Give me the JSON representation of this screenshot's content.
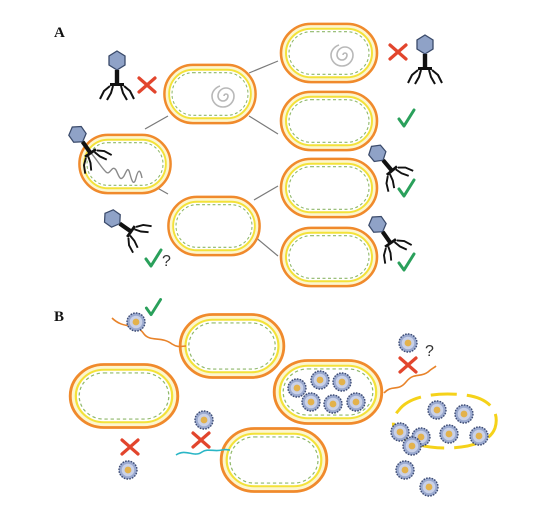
{
  "panels": [
    {
      "id": "A",
      "label": "A"
    },
    {
      "id": "B",
      "label": "B"
    }
  ],
  "marks": {
    "question": "?"
  },
  "colors": {
    "cell_wall": "#f08a2c",
    "cell_inner_line": "#f3e23a",
    "cell_dash": "#8fb86a",
    "check": "#2aa05b",
    "cross": "#e2452d",
    "phage_head": "#8fa2c7",
    "phage_head_edge": "#3a4a6a",
    "phage_core": "#e0b04a",
    "lysed_outline": "#f5d21a",
    "tail": "#111111",
    "wavy_orange": "#e8832a",
    "wavy_cyan": "#2ab6c6",
    "connector": "#7a7a7a"
  },
  "icons": [
    "phage-icon",
    "check-icon",
    "cross-icon",
    "spiral-dna-icon",
    "coiled-dna-icon",
    "virion-icon",
    "pilus-icon"
  ]
}
